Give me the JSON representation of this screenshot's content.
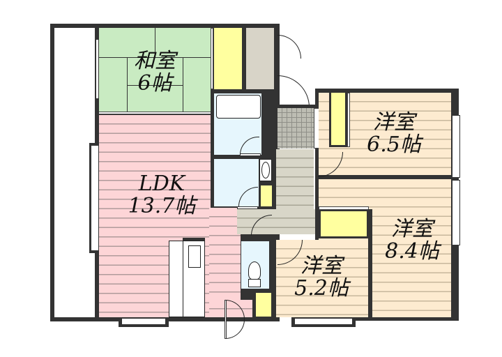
{
  "floor_plan": {
    "title": "Apartment floor plan 3LDK",
    "colors": {
      "wall": "#333333",
      "ldk_floor": "#fdd5d7",
      "western_room_floor": "#fdebd0",
      "japanese_room_tatami": "#c9ebc2",
      "wet_area": "#e6f6fd",
      "closet": "#ffff9f",
      "hallway": "#d8d6c8",
      "entrance_tile": "#bdbdb3",
      "storage": "#d8d4c8"
    },
    "rooms": [
      {
        "id": "washitsu",
        "name": "和室",
        "size": "6帖",
        "type": "Japanese-style room"
      },
      {
        "id": "ldk",
        "name": "LDK",
        "size": "13.7帖",
        "type": "Living / Dining / Kitchen"
      },
      {
        "id": "yoshitsu_65",
        "name": "洋室",
        "size": "6.5帖",
        "type": "Western-style room"
      },
      {
        "id": "yoshitsu_84",
        "name": "洋室",
        "size": "8.4帖",
        "type": "Western-style room"
      },
      {
        "id": "yoshitsu_52",
        "name": "洋室",
        "size": "5.2帖",
        "type": "Western-style room"
      }
    ],
    "fixtures": [
      {
        "id": "bathtub",
        "type": "bathtub"
      },
      {
        "id": "washbasin",
        "type": "washbasin"
      },
      {
        "id": "toilet",
        "type": "toilet"
      },
      {
        "id": "kitchen-counter",
        "type": "kitchen counter"
      },
      {
        "id": "refrigerator",
        "type": "refrigerator space"
      },
      {
        "id": "entrance",
        "type": "genkan (entrance)"
      },
      {
        "id": "balcony",
        "type": "balcony"
      }
    ]
  }
}
